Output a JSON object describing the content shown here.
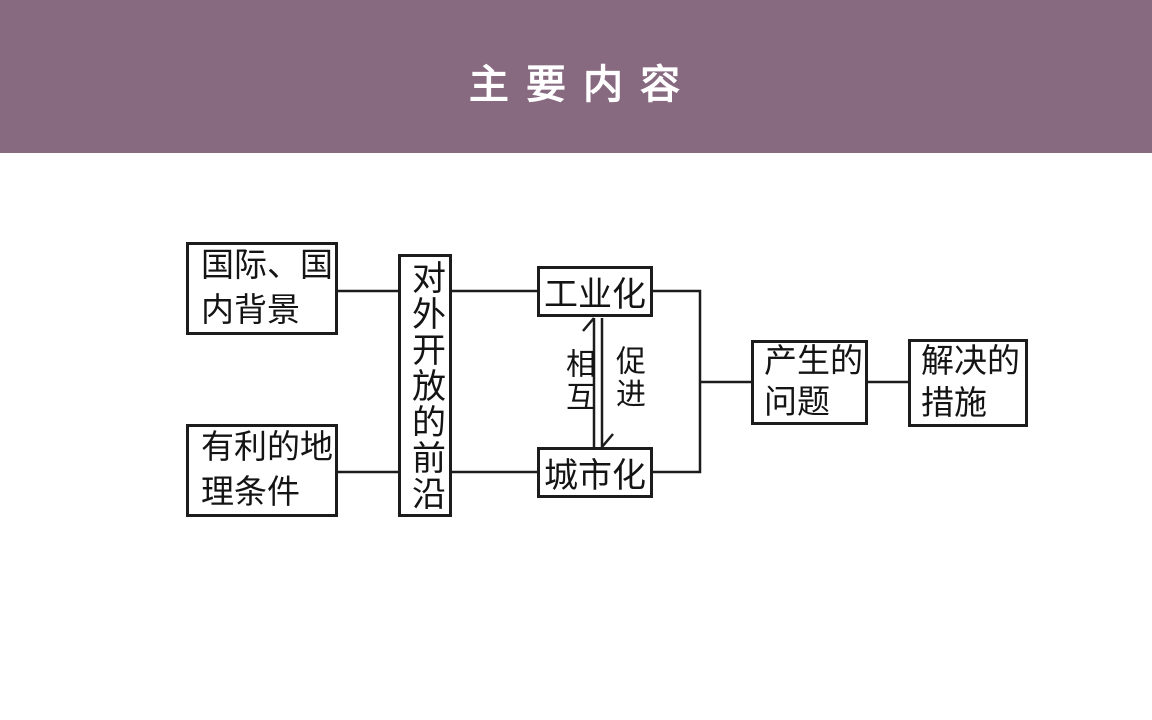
{
  "header": {
    "title": "主 要 内 容",
    "background_color": "#876a80",
    "text_color": "#ffffff"
  },
  "diagram": {
    "line_color": "#1c1c1c",
    "boxes": {
      "international_background": {
        "lines": [
          "国际、国",
          "内背景"
        ],
        "full_text": "国际、国内背景"
      },
      "geographic_conditions": {
        "lines": [
          "有利的地",
          "理条件"
        ],
        "full_text": "有利的地理条件"
      },
      "opening_frontier": {
        "text": "对外开放的前沿"
      },
      "industrialization": {
        "text": "工业化"
      },
      "urbanization": {
        "text": "城市化"
      },
      "problems": {
        "lines": [
          "产生的",
          "问题"
        ],
        "full_text": "产生的问题"
      },
      "solutions": {
        "lines": [
          "解决的",
          "措施"
        ],
        "full_text": "解决的措施"
      }
    },
    "arrow_labels": {
      "mutual": "相互",
      "promote": "促进"
    },
    "edges": [
      "国际、国内背景 — 对外开放的前沿",
      "有利的地理条件 — 对外开放的前沿",
      "对外开放的前沿 — 工业化",
      "对外开放的前沿 — 城市化",
      "工业化 ⇅ 城市化 (相互促进)",
      "工业化+城市化 — 产生的问题",
      "产生的问题 — 解决的措施"
    ]
  }
}
